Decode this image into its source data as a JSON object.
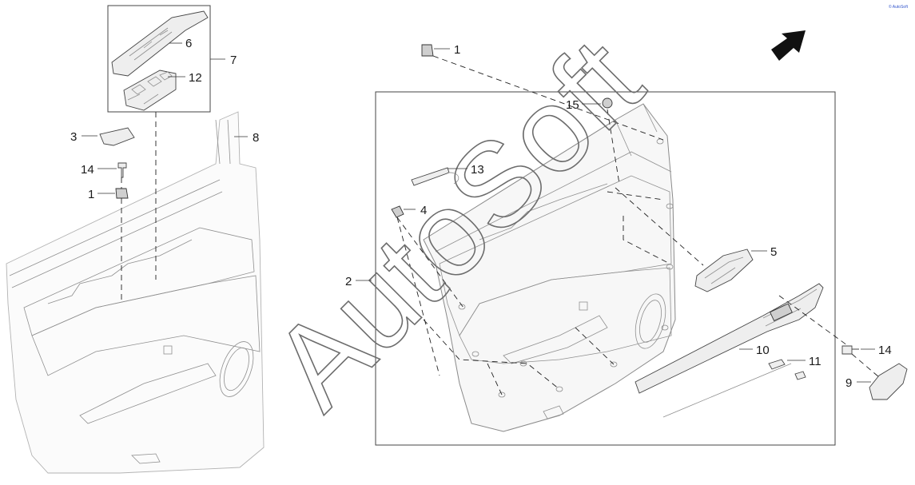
{
  "watermark": "AutoSoft",
  "corner_mark": "© AutoSoft",
  "callouts": [
    {
      "id": "c-6",
      "label": "6"
    },
    {
      "id": "c-7",
      "label": "7"
    },
    {
      "id": "c-12",
      "label": "12"
    },
    {
      "id": "c-3",
      "label": "3"
    },
    {
      "id": "c-8",
      "label": "8"
    },
    {
      "id": "c-14a",
      "label": "14"
    },
    {
      "id": "c-1a",
      "label": "1"
    },
    {
      "id": "c-1b",
      "label": "1"
    },
    {
      "id": "c-15",
      "label": "15"
    },
    {
      "id": "c-13",
      "label": "13"
    },
    {
      "id": "c-4",
      "label": "4"
    },
    {
      "id": "c-2",
      "label": "2"
    },
    {
      "id": "c-5",
      "label": "5"
    },
    {
      "id": "c-10",
      "label": "10"
    },
    {
      "id": "c-11",
      "label": "11"
    },
    {
      "id": "c-14b",
      "label": "14"
    },
    {
      "id": "c-9",
      "label": "9"
    }
  ],
  "icons": {
    "direction_arrow": "front-direction-arrow-icon"
  }
}
